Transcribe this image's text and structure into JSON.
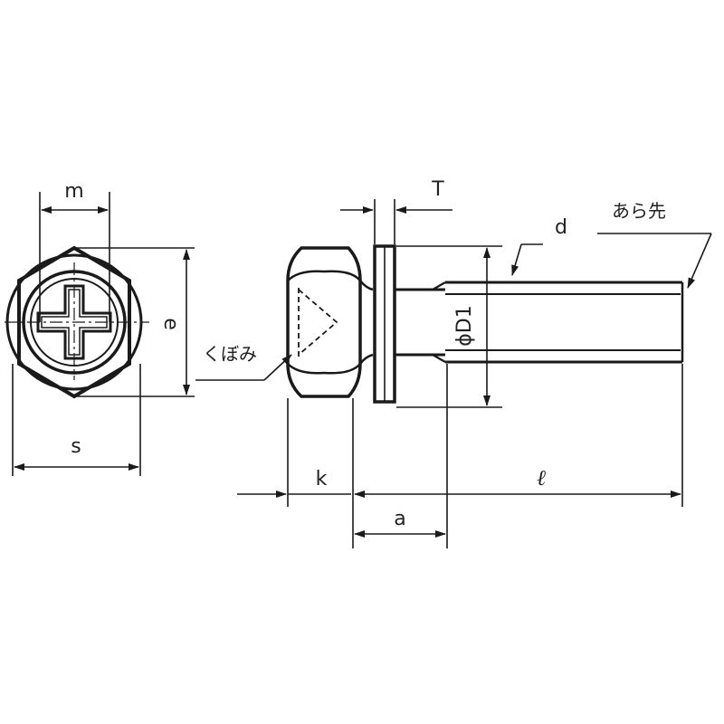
{
  "labels": {
    "m": "m",
    "e": "e",
    "s": "s",
    "kubomi": "くぼみ",
    "T": "T",
    "d": "d",
    "arasaki": "あら先",
    "phiD1": "ϕD1",
    "k": "k",
    "a": "a",
    "ell": "ℓ"
  },
  "colors": {
    "stroke": "#1a1a1a",
    "background": "#ffffff"
  }
}
